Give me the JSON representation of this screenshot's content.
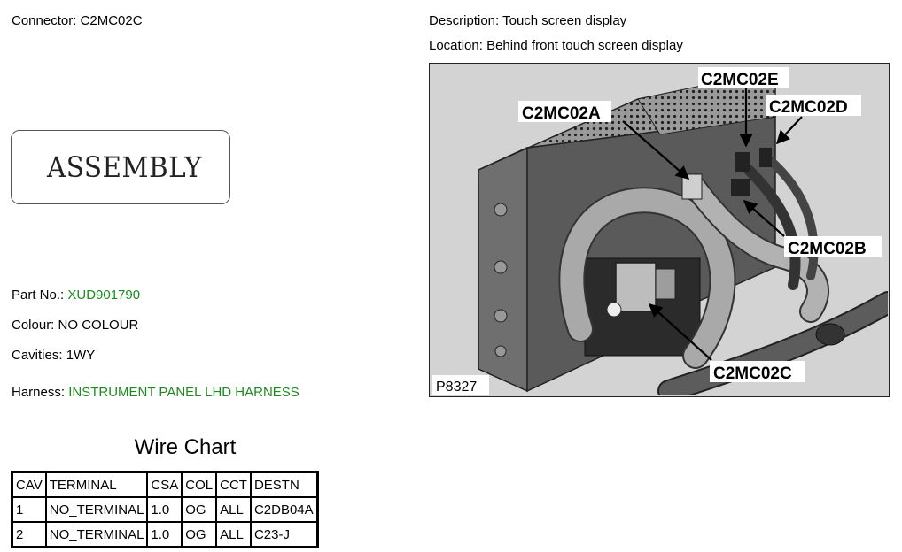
{
  "connector": {
    "label": "Connector:",
    "value": "C2MC02C"
  },
  "assembly_badge": {
    "text": "ASSEMBLY"
  },
  "part": {
    "label": "Part No.:",
    "value": "XUD901790"
  },
  "colour": {
    "label": "Colour:",
    "value": "NO COLOUR"
  },
  "cavities": {
    "label": "Cavities:",
    "value": "1WY"
  },
  "harness": {
    "label": "Harness:",
    "value": "INSTRUMENT PANEL LHD HARNESS"
  },
  "description": {
    "label": "Description:",
    "value": "Touch screen display"
  },
  "location": {
    "label": "Location:",
    "value": "Behind front touch screen display"
  },
  "figure": {
    "code": "P8327",
    "callouts": {
      "e": "C2MC02E",
      "a": "C2MC02A",
      "d": "C2MC02D",
      "b": "C2MC02B",
      "c": "C2MC02C"
    }
  },
  "wire_chart": {
    "title": "Wire Chart",
    "headers": [
      "CAV",
      "TERMINAL",
      "CSA",
      "COL",
      "CCT",
      "DESTN"
    ],
    "rows": [
      [
        "1",
        "NO_TERMINAL",
        "1.0",
        "OG",
        "ALL",
        "C2DB04A"
      ],
      [
        "2",
        "NO_TERMINAL",
        "1.0",
        "OG",
        "ALL",
        "C23-J"
      ]
    ]
  }
}
